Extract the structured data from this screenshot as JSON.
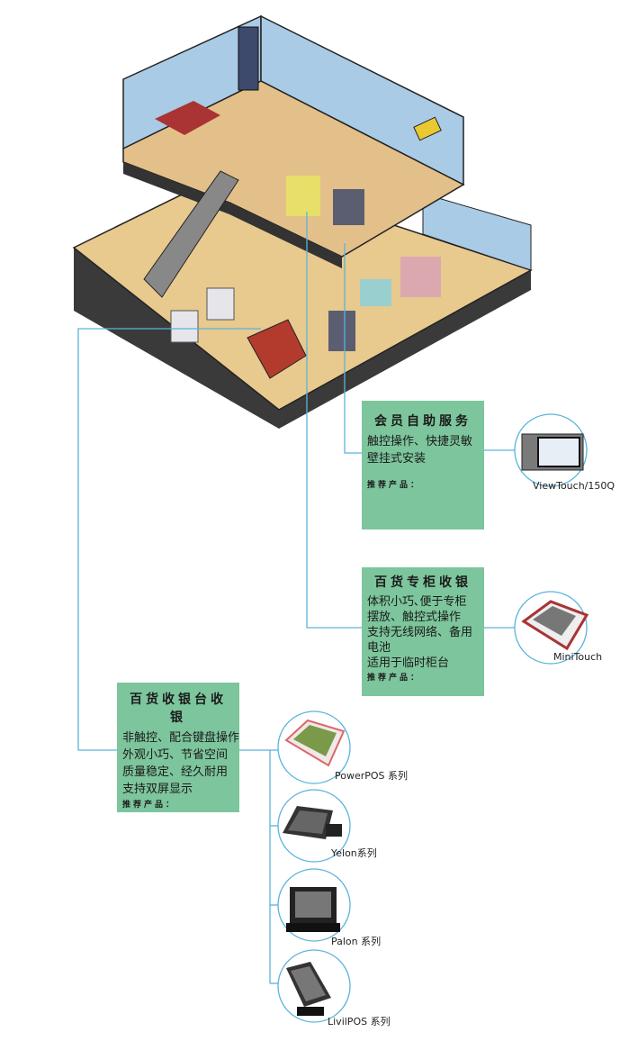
{
  "sections": [
    {
      "title": "会员自助服务",
      "lines": [
        "触控操作、快捷灵敏",
        "壁挂式安装"
      ],
      "recommend": "推荐产品："
    },
    {
      "title": "百货专柜收银",
      "lines": [
        "体积小巧､便于专柜",
        "摆放、触控式操作",
        "支持无线网络、备用",
        "电池",
        "适用于临时柜台"
      ],
      "recommend": "推荐产品："
    },
    {
      "title": "百货收银台收银",
      "lines": [
        "非触控、配合键盘操作",
        "外观小巧、节省空间",
        "质量稳定、经久耐用",
        "支持双屏显示"
      ],
      "recommend": "推荐产品："
    }
  ],
  "products": [
    "ViewTouch/150Q",
    "MiniTouch",
    "PowerPOS 系列",
    "Yelon系列",
    "Palon 系列",
    "LivilPOS 系列"
  ],
  "colors": {
    "box": "#7dc59c",
    "line": "#5ab4dc",
    "floor": "#e8c98e",
    "wall": "#a9cbe6"
  }
}
